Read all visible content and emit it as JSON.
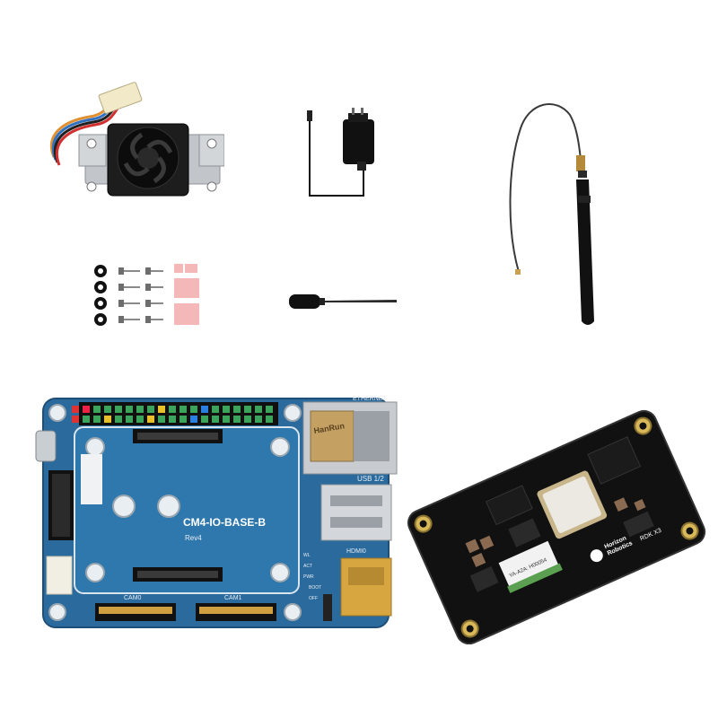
{
  "io_board": {
    "model": "CM4-IO-BASE-B",
    "revision": "Rev4",
    "labels": {
      "ethernet": "ETHERNET",
      "usb": "USB 1/2",
      "hdmi": "HDMI0",
      "cam0": "CAM0",
      "cam1": "CAM1",
      "rj45_brand": "HanRun",
      "led_wl": "WL",
      "led_act": "ACT",
      "led_pwr": "PWR",
      "boot": "BOOT",
      "off": "OFF"
    }
  },
  "som_board": {
    "brand_line1": "Horizon",
    "brand_line2": "Robotics",
    "model": "RDK X3",
    "wifi_module_text": "YA-A2A: H00054"
  },
  "colors": {
    "background": "#ffffff",
    "io_pcb": "#2a6a9c",
    "som_pcb": "#111111",
    "heatsink": "#b8bcc0",
    "fan": "#1a1a1a",
    "thermal_pad": "#f4b8b8",
    "hdmi_gold": "#d8a640"
  }
}
